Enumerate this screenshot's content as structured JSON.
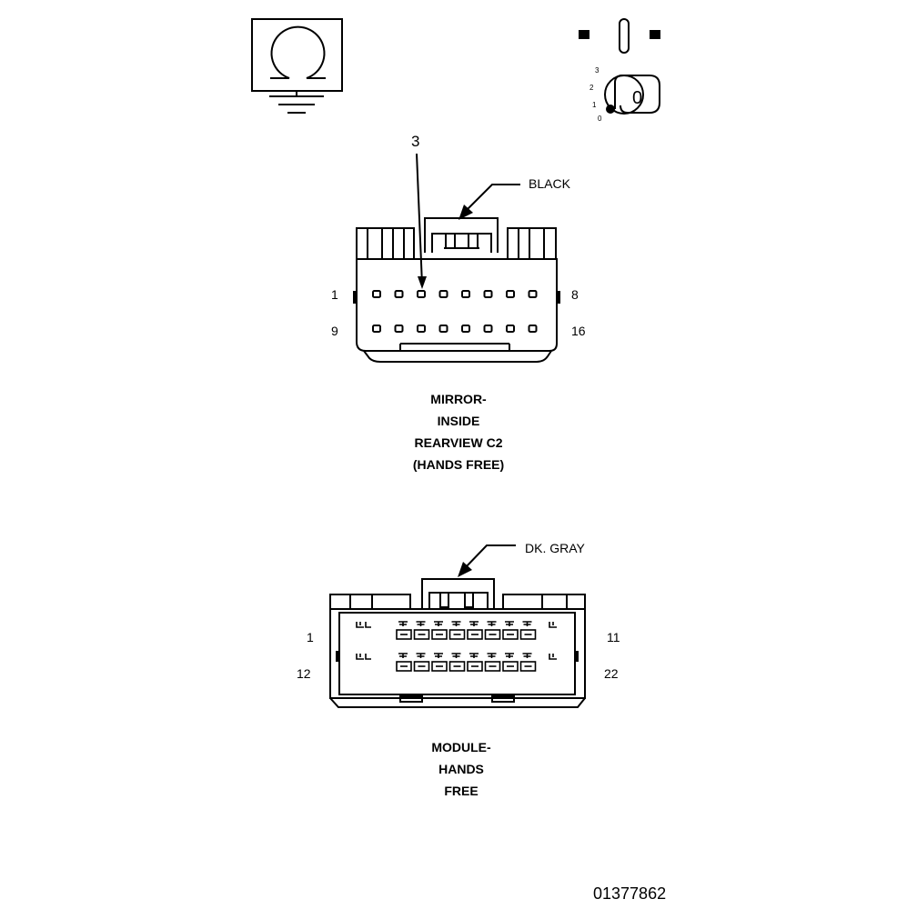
{
  "icons": {
    "ground": "ground-icon",
    "ignition": "ignition-switch-icon"
  },
  "ignition": {
    "positions": [
      "3",
      "2",
      "1",
      "0"
    ],
    "key_label": "0"
  },
  "connector_c2": {
    "callout_pin": "3",
    "color": "BLACK",
    "pin_first_row_start": "1",
    "pin_first_row_end": "8",
    "pin_second_row_start": "9",
    "pin_second_row_end": "16",
    "title_lines": [
      "MIRROR-",
      "INSIDE",
      "REARVIEW C2",
      "(HANDS FREE)"
    ]
  },
  "module": {
    "color": "DK. GRAY",
    "pin_first_row_start": "1",
    "pin_first_row_end": "11",
    "pin_second_row_start": "12",
    "pin_second_row_end": "22",
    "title_lines": [
      "MODULE-",
      "HANDS",
      "FREE"
    ]
  },
  "figure_id": "01377862"
}
